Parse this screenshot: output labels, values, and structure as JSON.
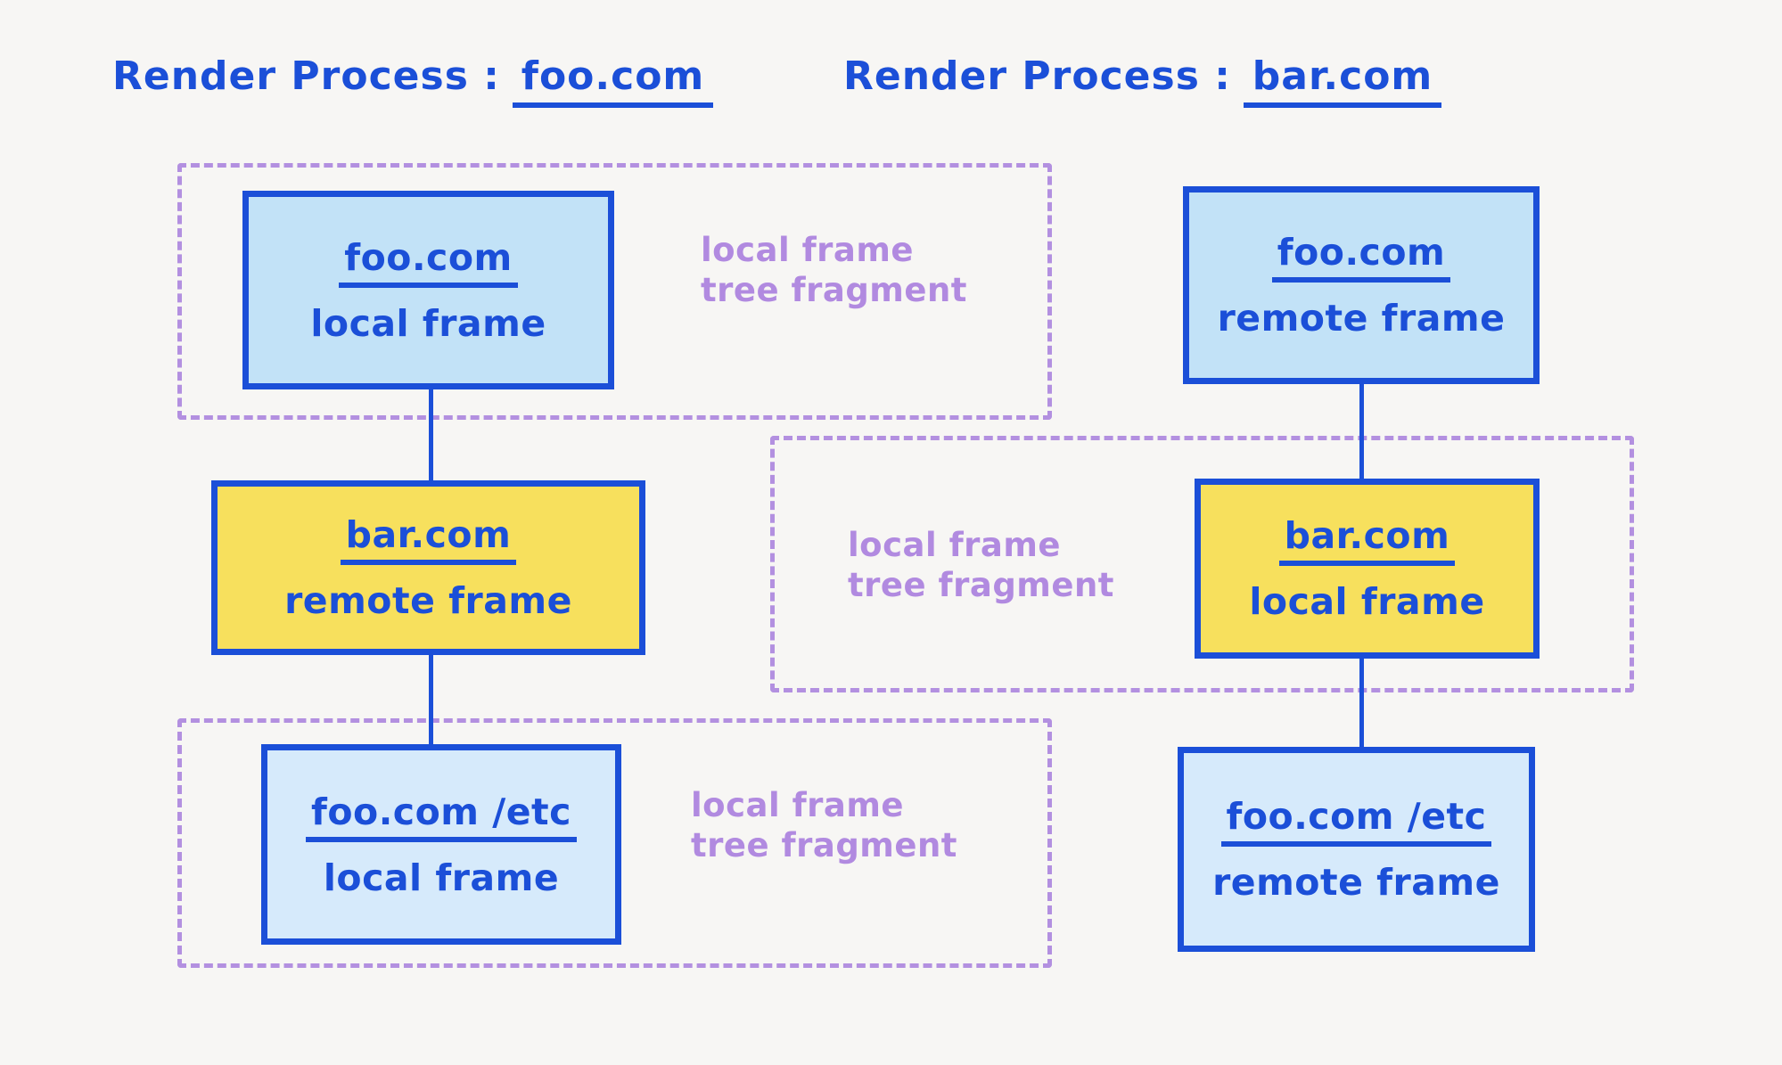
{
  "background_color": "#f7f6f4",
  "accent_colors": {
    "blue_ink": "#1b4fd8",
    "light_blue_fill": "#c2e2f7",
    "pale_blue_fill": "#d6eafb",
    "yellow_fill": "#f7e05d",
    "purple_dashed": "#b390e0",
    "purple_text": "#b18ae0",
    "blue_highlight": "#b9ddf5",
    "yellow_highlight": "#f5e05c"
  },
  "processes": [
    {
      "id": "left",
      "title_label": "Render Process :",
      "title_host": "foo.com",
      "highlight": "blue"
    },
    {
      "id": "right",
      "title_label": "Render Process :",
      "title_host": "bar.com",
      "highlight": "yellow"
    }
  ],
  "fragment_caption": "local frame\ntree fragment",
  "fragment_captions": [
    "local frame\ntree fragment",
    "local frame\ntree fragment",
    "local frame\ntree fragment"
  ],
  "left_column": {
    "frames": [
      {
        "origin": "foo.com",
        "kind": "local frame",
        "fill": "blue"
      },
      {
        "origin": "bar.com",
        "kind": "remote frame",
        "fill": "yellow"
      },
      {
        "origin": "foo.com /etc",
        "kind": "local frame",
        "fill": "paleblue"
      }
    ]
  },
  "right_column": {
    "frames": [
      {
        "origin": "foo.com",
        "kind": "remote frame",
        "fill": "blue"
      },
      {
        "origin": "bar.com",
        "kind": "local frame",
        "fill": "yellow"
      },
      {
        "origin": "foo.com /etc",
        "kind": "remote frame",
        "fill": "paleblue"
      }
    ]
  }
}
